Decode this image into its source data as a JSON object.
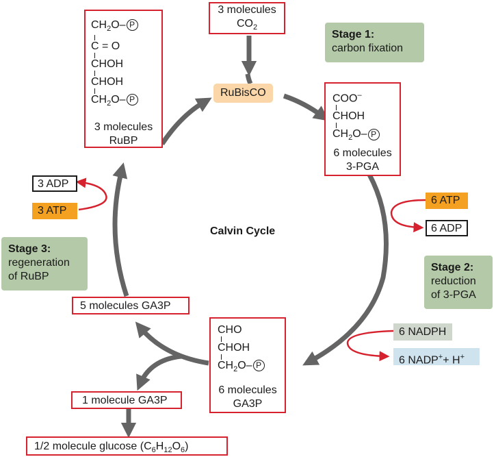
{
  "title": "Calvin Cycle",
  "stages": {
    "stage1": {
      "title": "Stage 1:",
      "desc": "carbon fixation"
    },
    "stage2": {
      "title": "Stage 2:",
      "desc1": "reduction",
      "desc2": "of 3-PGA"
    },
    "stage3": {
      "title": "Stage 3:",
      "desc1": "regeneration",
      "desc2": "of RuBP"
    }
  },
  "co2": {
    "line1": "3 molecules",
    "line2": "CO",
    "sub": "2"
  },
  "rubisco": "RuBisCO",
  "rubp": {
    "chem": {
      "r1": "CH",
      "r1sub": "2",
      "r1end": "O–",
      "r2": "C",
      "r2end": "= O",
      "r3": "CHOH",
      "r4": "CHOH",
      "r5": "CH",
      "r5sub": "2",
      "r5end": "O–"
    },
    "line1": "3 molecules",
    "line2": "RuBP"
  },
  "pga": {
    "chem": {
      "r1": "COO",
      "r1sup": "–",
      "r2": "CHOH",
      "r3": "CH",
      "r3sub": "2",
      "r3end": "O–"
    },
    "line1": "6 molecules",
    "line2": "3-PGA"
  },
  "ga3p6": {
    "chem": {
      "r1": "CHO",
      "r2": "CHOH",
      "r3": "CH",
      "r3sub": "2",
      "r3end": "O–"
    },
    "line1": "6 molecules",
    "line2": "GA3P"
  },
  "phosphate": "P",
  "ga3p5": "5 molecules GA3P",
  "ga3p1": "1 molecule GA3P",
  "glucose": {
    "pre": "1/2 molecule glucose (C",
    "s1": "6",
    "h": "H",
    "s2": "12",
    "o": "O",
    "s3": "6",
    "post": ")"
  },
  "atp_right": "6 ATP",
  "adp_right": "6 ADP",
  "atp_left": "3 ATP",
  "adp_left": "3 ADP",
  "nadph": "6 NADPH",
  "nadp": {
    "pre": "6 NADP",
    "sup": "+",
    "mid": "+ H",
    "sup2": "+"
  },
  "colors": {
    "arrow": "#646464",
    "red": "#d6222e",
    "orange": "#f4a020",
    "stage": "#b3c9a7",
    "rubisco": "#fbd6a8"
  }
}
